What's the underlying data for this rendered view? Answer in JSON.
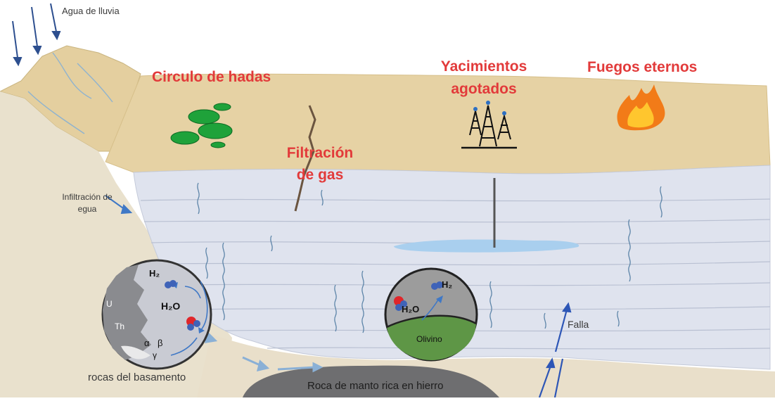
{
  "labels": {
    "rain": "Agua de lluvia",
    "fairy_circle": "Circulo de hadas",
    "depleted_fields_line1": "Yacimientos",
    "depleted_fields_line2": "agotados",
    "eternal_fires": "Fuegos eternos",
    "gas_seep_line1": "Filtración",
    "gas_seep_line2": "de gas",
    "infiltration_line1": "Infiltración de",
    "infiltration_line2": "egua",
    "fault": "Falla",
    "basement_rocks": "rocas del basamento",
    "iron_mantle_rock": "Roca de manto rica en hierro"
  },
  "left_circle": {
    "h2": "H₂",
    "h2o": "H₂O",
    "uranium": "U",
    "thorium": "Th",
    "alpha": "α",
    "beta": "β",
    "gamma": "γ"
  },
  "middle_circle": {
    "h2": "H₂",
    "h2o": "H₂O",
    "olivine": "Olivino"
  },
  "colors": {
    "label_red": "#e23a3a",
    "sand": "#e6d2a4",
    "water_layer": "#dfe3ee",
    "mantle_rock": "#6e6e70",
    "olivine": "#5e9646",
    "fairy_green": "#1fa23a",
    "oxygen_red": "#e0262a",
    "hydrogen_blue": "#3f63b8"
  },
  "icons": [
    "rain-arrow-icon",
    "fairy-circle-icon",
    "oil-derrick-icon",
    "fire-icon",
    "molecule-icon"
  ]
}
